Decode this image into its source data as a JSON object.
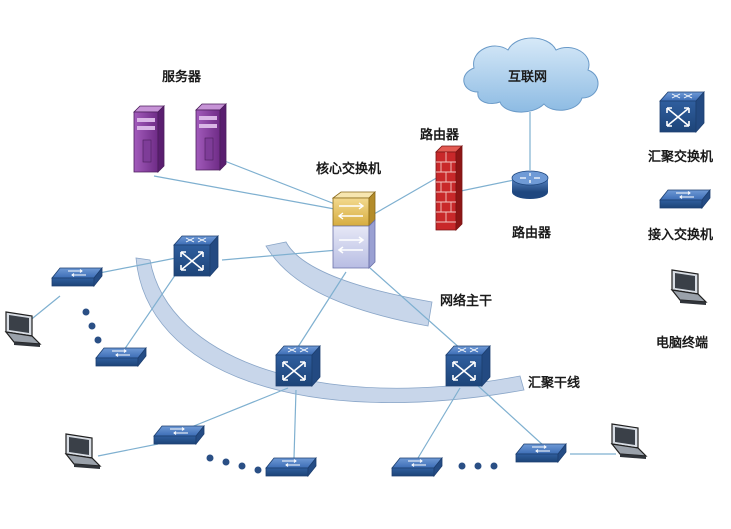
{
  "labels": {
    "servers": "服务器",
    "core_switch": "核心交换机",
    "router_fw": "路由器",
    "internet": "互联网",
    "router": "路由器",
    "backbone": "网络主干",
    "agg_backbone": "汇聚干线"
  },
  "legend": {
    "agg_switch": "汇聚交换机",
    "access_switch": "接入交换机",
    "pc_terminal": "电脑终端"
  },
  "colors": {
    "link": "#7fb0d0",
    "switch_blue": "#2a5aa0",
    "server_purple": "#8a3ea0",
    "firewall_red": "#c8282a",
    "cloud": "#9cc4e6",
    "backbone_band": "#c7d6ea"
  }
}
